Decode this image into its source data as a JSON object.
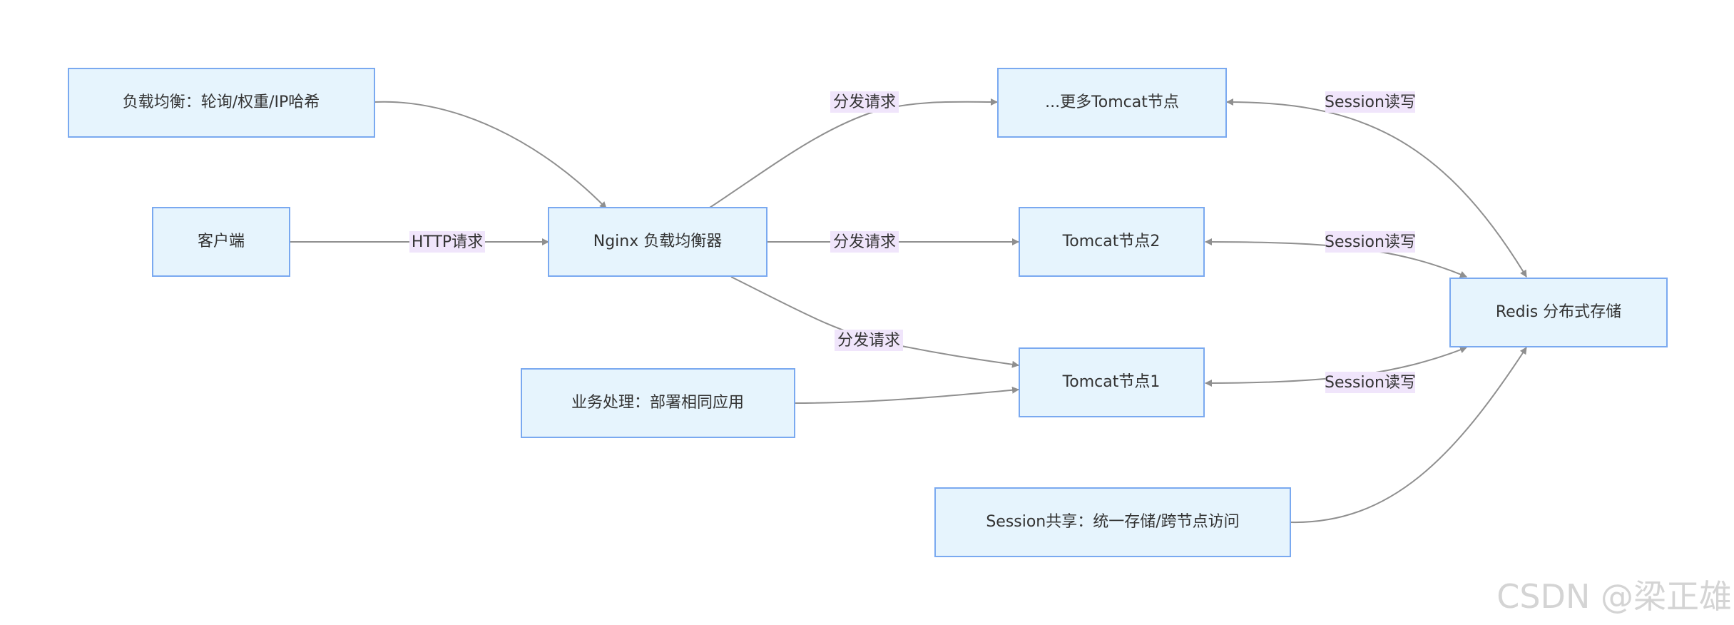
{
  "nodes": {
    "lb_strategy": "负载均衡：轮询/权重/IP哈希",
    "client": "客户端",
    "nginx": "Nginx 负载均衡器",
    "biz": "业务处理：部署相同应用",
    "more_tomcat": "...更多Tomcat节点",
    "tomcat2": "Tomcat节点2",
    "tomcat1": "Tomcat节点1",
    "session_share": "Session共享：统一存储/跨节点访问",
    "redis": "Redis 分布式存储"
  },
  "edge_labels": {
    "http": "HTTP请求",
    "dispatch_more": "分发请求",
    "dispatch_2": "分发请求",
    "dispatch_1": "分发请求",
    "session_more": "Session读写",
    "session_2": "Session读写",
    "session_1": "Session读写"
  },
  "colors": {
    "node_fill": "#e6f4fd",
    "node_border": "#7aa9f0",
    "edge": "#8f8f8f",
    "label_bg": "#f0e5fb"
  },
  "watermark": "CSDN @梁正雄"
}
